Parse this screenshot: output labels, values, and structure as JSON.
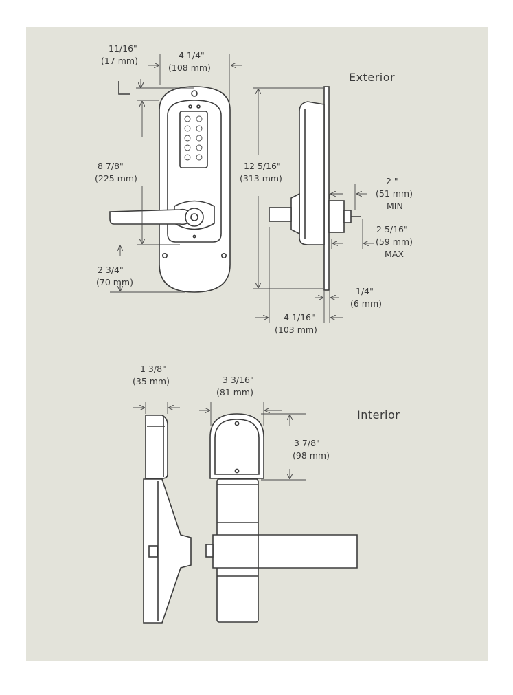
{
  "headings": {
    "exterior": "Exterior",
    "interior": "Interior"
  },
  "dims": {
    "top_offset": [
      "11/16\"",
      "(17 mm)"
    ],
    "width": [
      "4 1/4\"",
      "(108 mm)"
    ],
    "height_upper": [
      "8 7/8\"",
      "(225 mm)"
    ],
    "height_lower": [
      "2 3/4\"",
      "(70 mm)"
    ],
    "total_height": [
      "12 5/16\"",
      "(313 mm)"
    ],
    "door_min": [
      "2 \"",
      "(51 mm)",
      "MIN"
    ],
    "door_max": [
      "2 5/16\"",
      "(59 mm)",
      "MAX"
    ],
    "plate": [
      "1/4\"",
      "(6 mm)"
    ],
    "depth": [
      "4 1/16\"",
      "(103 mm)"
    ],
    "int_depth": [
      "1 3/8\"",
      "(35 mm)"
    ],
    "int_width": [
      "3 3/16\"",
      "(81 mm)"
    ],
    "int_height": [
      "3 7/8\"",
      "(98 mm)"
    ]
  }
}
